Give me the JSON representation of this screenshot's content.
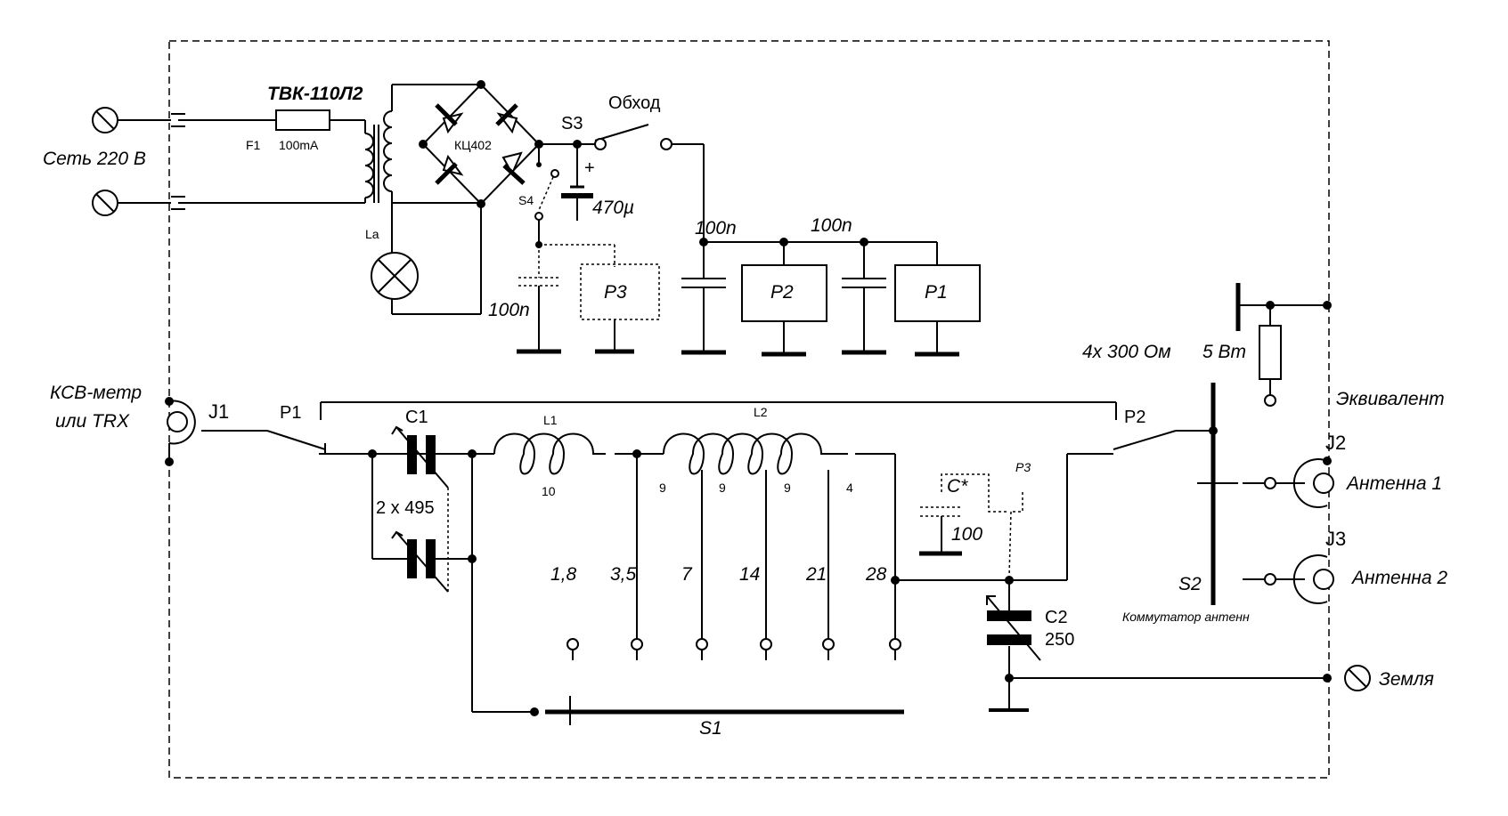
{
  "power": {
    "mains": "Сеть 220 В",
    "transformer": "ТВК-110Л2",
    "fuse_ref": "F1",
    "fuse_val": "100mA",
    "bridge": "КЦ402",
    "lamp": "La",
    "bypass": "Обход",
    "s3": "S3",
    "s4": "S4",
    "cap_elec": "470µ",
    "cap_100n_a": "100n",
    "cap_100n_b": "100n",
    "cap_100n_c": "100n",
    "relay_p3": "P3",
    "relay_p2": "P2",
    "relay_p1": "P1"
  },
  "rf": {
    "meter": "КСВ-метр",
    "meter2": "или TRX",
    "j1": "J1",
    "p1": "P1",
    "c1": "C1",
    "c1_val": "2 x 495",
    "l1": "L1",
    "l1_turns": "10",
    "l2": "L2",
    "l2_turns": [
      "9",
      "9",
      "9",
      "4"
    ],
    "bands": [
      "1,8",
      "3,5",
      "7",
      "14",
      "21",
      "28"
    ],
    "s1": "S1",
    "cstar": "C*",
    "cstar_val": "100",
    "p3": "P3",
    "c2": "C2",
    "c2_val": "250",
    "p2": "P2",
    "load": "4х 300 Ом",
    "load_pw": "5 Вт",
    "dummy": "Эквивалент",
    "j2": "J2",
    "ant1": "Антенна 1",
    "j3": "J3",
    "ant2": "Антенна 2",
    "s2": "S2",
    "switch": "Коммутатор антенн",
    "ground": "Земля"
  }
}
